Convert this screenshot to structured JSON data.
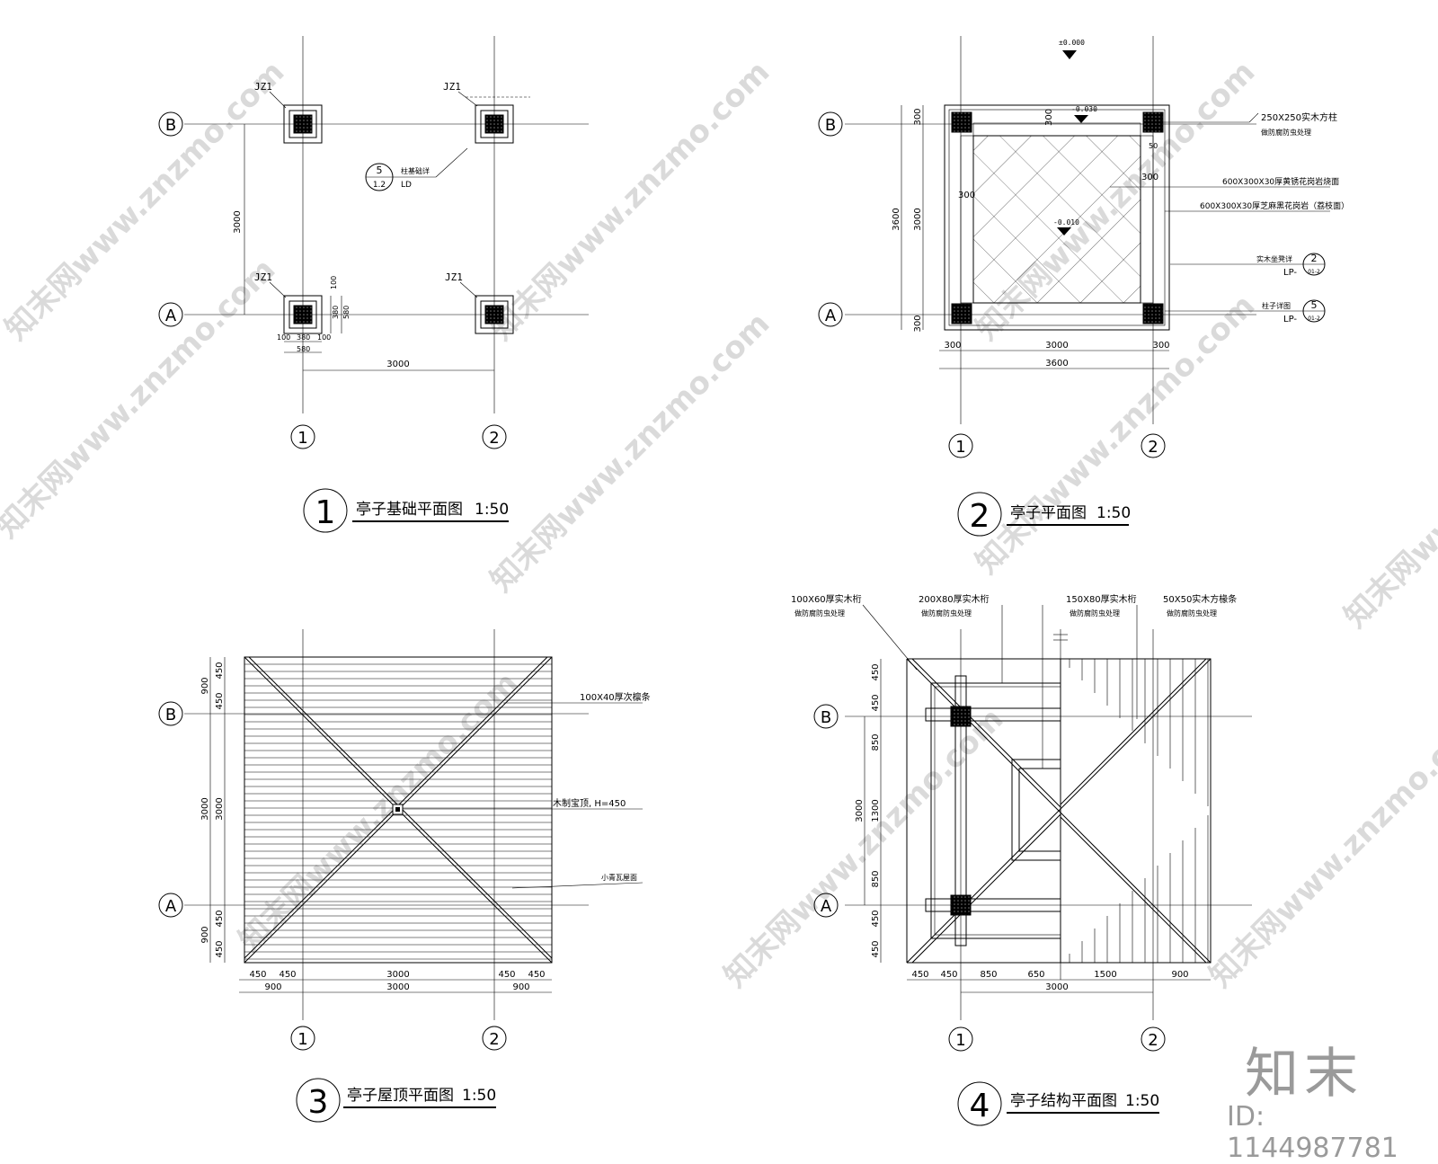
{
  "brand": {
    "name": "知末",
    "id_text": "ID: 1144987781"
  },
  "watermark": "知末网www.znzmo.com",
  "axes": {
    "row_b": "B",
    "row_a": "A",
    "col_1": "1",
    "col_2": "2"
  },
  "plans": [
    {
      "num": "1",
      "title": "亭子基础平面图",
      "scale": "1:50"
    },
    {
      "num": "2",
      "title": "亭子平面图",
      "scale": "1:50"
    },
    {
      "num": "3",
      "title": "亭子屋顶平面图",
      "scale": "1:50"
    },
    {
      "num": "4",
      "title": "亭子结构平面图",
      "scale": "1:50"
    }
  ],
  "p1": {
    "jz": "JZ1",
    "callout_num": "5",
    "callout_ref": "1.2",
    "callout_sub": "LD",
    "callout_label": "柱基础详",
    "d3000": "3000",
    "d100": "100",
    "d380": "380",
    "d580": "580"
  },
  "p2": {
    "elev_top": "±0.000",
    "elev_mid": "-0.030",
    "elev_center": "-0.010",
    "d300": "300",
    "d3000": "3000",
    "d3600": "3600",
    "d50": "50",
    "note1a": "250X250实木方柱",
    "note1b": "做防腐防虫处理",
    "note2": "600X300X30厚黄锈花岗岩烧面",
    "note3": "600X300X30厚芝麻黑花岗岩（荔枝面）",
    "note4_label": "实木坐凳详",
    "note4_num": "2",
    "note4_ref": "LP-",
    "note4_sub": "01-2",
    "note5_label": "柱子详图",
    "note5_num": "5",
    "note5_ref": "LP-",
    "note5_sub": "01-2"
  },
  "p3": {
    "note1": "100X40厚次檩条",
    "note2": "木制宝顶, H=450",
    "note3": "小青瓦屋面",
    "d450": "450",
    "d900": "900",
    "d3000": "3000"
  },
  "p4": {
    "n1a": "100X60厚实木桁",
    "n1b": "做防腐防虫处理",
    "n2a": "200X80厚实木桁",
    "n2b": "做防腐防虫处理",
    "n3a": "150X80厚实木桁",
    "n3b": "做防腐防虫处理",
    "n4a": "50X50实木方椽条",
    "n4b": "做防腐防虫处理",
    "d450": "450",
    "d850": "850",
    "d1300": "1300",
    "d3000": "3000",
    "d650": "650",
    "d1500": "1500",
    "d900": "900"
  }
}
